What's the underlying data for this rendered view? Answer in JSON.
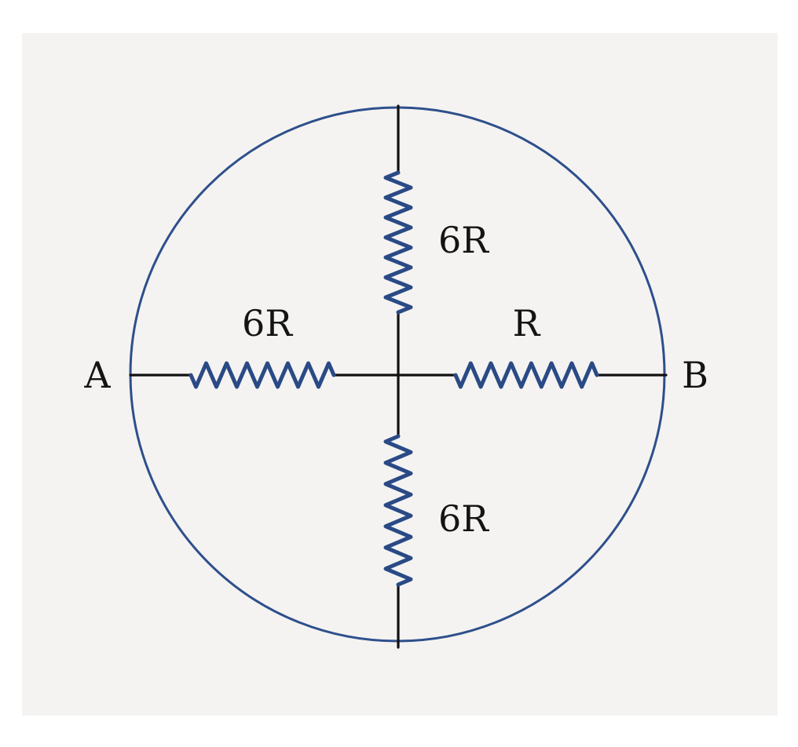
{
  "nodes": {
    "a": "A",
    "b": "B"
  },
  "resistors": {
    "left": "6R",
    "right": "R",
    "top": "6R",
    "bottom": "6R"
  },
  "colors": {
    "ring": "#2e4f8c",
    "resistor": "#2a4a86",
    "wire": "#111111",
    "text": "#141414",
    "paper": "#f4f3f1"
  }
}
